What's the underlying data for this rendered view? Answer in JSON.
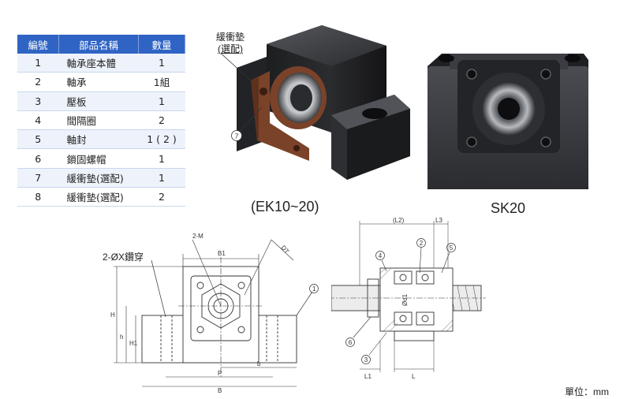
{
  "parts_table": {
    "headers": [
      "編號",
      "部品名稱",
      "數量"
    ],
    "rows": [
      {
        "no": "1",
        "name": "軸承座本體",
        "qty": "1"
      },
      {
        "no": "2",
        "name": "軸承",
        "qty": "1組"
      },
      {
        "no": "3",
        "name": "壓板",
        "qty": "1"
      },
      {
        "no": "4",
        "name": "間隔圈",
        "qty": "2"
      },
      {
        "no": "5",
        "name": "軸封",
        "qty": "1 ( 2 )"
      },
      {
        "no": "6",
        "name": "鎖固螺帽",
        "qty": "1"
      },
      {
        "no": "7",
        "name": "緩衝墊(選配)",
        "qty": "1"
      },
      {
        "no": "8",
        "name": "緩衝墊(選配)",
        "qty": "2"
      }
    ]
  },
  "photos": {
    "left_caption": "(EK10~20)",
    "right_caption": "SK20",
    "callout_title": "緩衝墊",
    "callout_sub": "(選配)",
    "callout_num": "7"
  },
  "front_view": {
    "hole_label": "2-ØX鑽穿",
    "labels": {
      "m": "2-M",
      "b1": "B1",
      "dt": "DT",
      "h": "H",
      "h_small": "h",
      "h1": "H1",
      "p": "P",
      "b": "B",
      "b_small": "b",
      "part": "1"
    }
  },
  "section_view": {
    "labels": {
      "l2": "(L2)",
      "l3": "L3",
      "d1": "Ød1",
      "l1": "L1",
      "l": "L"
    },
    "part_numbers": [
      "2",
      "4",
      "5",
      "6",
      "3"
    ]
  },
  "unit": "單位：mm",
  "colors": {
    "table_header": "#2f64c4",
    "table_stripe": "#eef3fb",
    "block": "#2b2b2d",
    "pad": "#7a4228"
  }
}
